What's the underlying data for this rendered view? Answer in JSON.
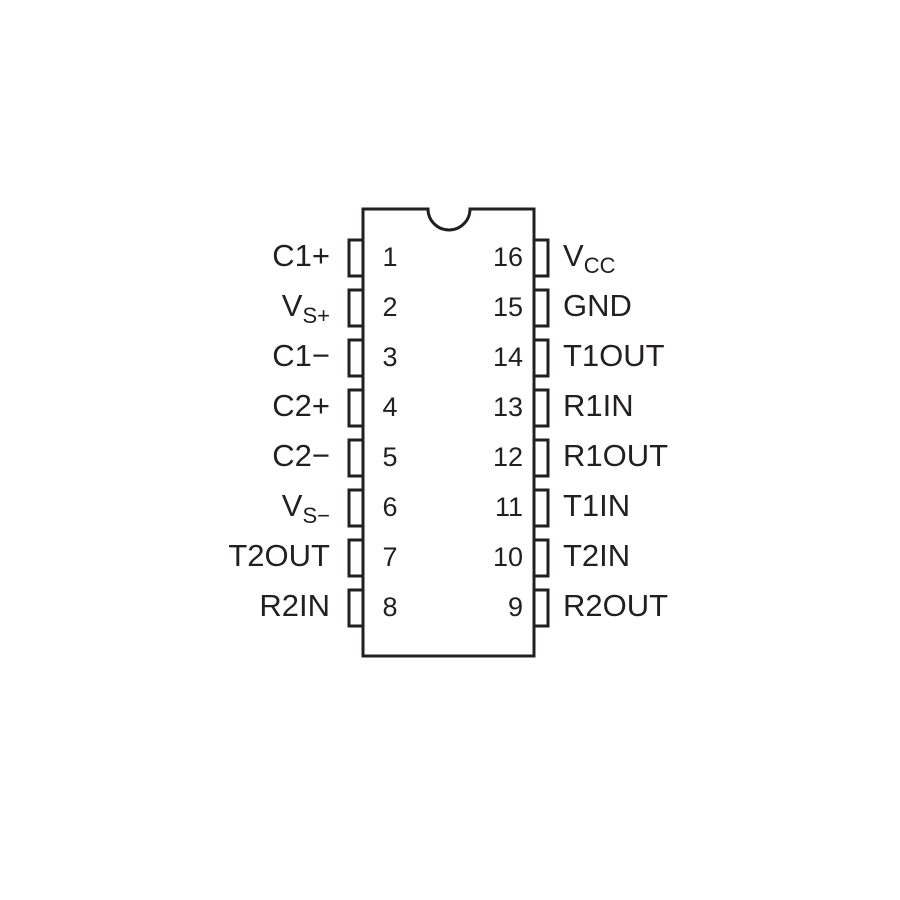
{
  "pinout": {
    "left_pins": [
      {
        "number": "1",
        "label": "C1+",
        "sub": ""
      },
      {
        "number": "2",
        "label": "V",
        "sub": "S+"
      },
      {
        "number": "3",
        "label": "C1−",
        "sub": ""
      },
      {
        "number": "4",
        "label": "C2+",
        "sub": ""
      },
      {
        "number": "5",
        "label": "C2−",
        "sub": ""
      },
      {
        "number": "6",
        "label": "V",
        "sub": "S−"
      },
      {
        "number": "7",
        "label": "T2OUT",
        "sub": ""
      },
      {
        "number": "8",
        "label": "R2IN",
        "sub": ""
      }
    ],
    "right_pins": [
      {
        "number": "16",
        "label": "V",
        "sub": "CC"
      },
      {
        "number": "15",
        "label": "GND",
        "sub": ""
      },
      {
        "number": "14",
        "label": "T1OUT",
        "sub": ""
      },
      {
        "number": "13",
        "label": "R1IN",
        "sub": ""
      },
      {
        "number": "12",
        "label": "R1OUT",
        "sub": ""
      },
      {
        "number": "11",
        "label": "T1IN",
        "sub": ""
      },
      {
        "number": "10",
        "label": "T2IN",
        "sub": ""
      },
      {
        "number": "9",
        "label": "R2OUT",
        "sub": ""
      }
    ]
  },
  "colors": {
    "stroke": "#231f20",
    "background": "#ffffff"
  }
}
